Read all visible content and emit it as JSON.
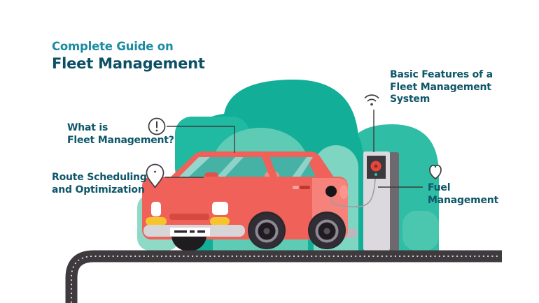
{
  "title": {
    "line1": "Complete Guide on",
    "line2": "Fleet Management"
  },
  "callouts": [
    {
      "id": "what-is",
      "icon": "exclamation-circle-icon",
      "lines": [
        "What is",
        "Fleet Management?"
      ]
    },
    {
      "id": "route",
      "icon": "location-pin-icon",
      "lines": [
        "Route Scheduling",
        "and Optimization"
      ]
    },
    {
      "id": "basic-features",
      "icon": "wifi-icon",
      "lines": [
        "Basic Features of a",
        "Fleet Management",
        "System"
      ]
    },
    {
      "id": "fuel",
      "icon": "heart-icon",
      "lines": [
        "Fuel",
        "Management"
      ]
    }
  ],
  "illustration": {
    "elements": [
      "red-car",
      "ev-charging-station",
      "charging-cable",
      "background-trees",
      "road"
    ]
  },
  "colors": {
    "title_primary": "#0d5065",
    "title_secondary": "#1b8ba2",
    "label_text": "#0e5669",
    "tree_teal": "#12ae97",
    "tree_teal_light": "#2fbda5",
    "tree_mint": "#7ed5c1",
    "car_red": "#ef6159",
    "car_red_light": "#f5837b",
    "glass_teal": "#45b2a5",
    "headlight_yellow": "#f6c52e",
    "bumper_gray": "#d8d5d9",
    "station_light": "#dcd9de",
    "station_dark": "#6d696e",
    "station_button_red": "#e8463d",
    "road_dark": "#3e3a3d",
    "line_stroke": "#3f3c3f"
  }
}
